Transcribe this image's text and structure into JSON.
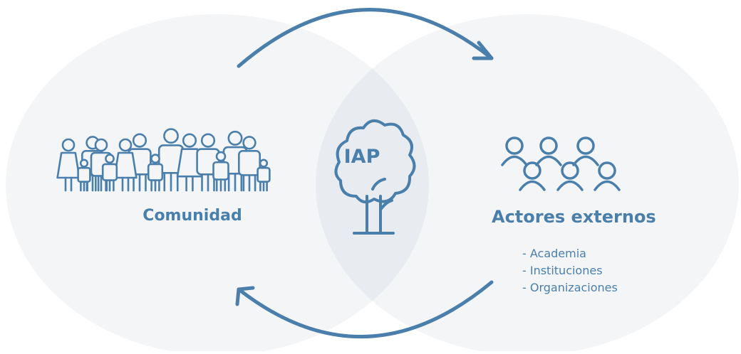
{
  "diagram": {
    "center": {
      "label": "IAP",
      "icon": "tree-icon"
    },
    "left": {
      "label": "Comunidad",
      "icon": "community-family-icon"
    },
    "right": {
      "label": "Actores externos",
      "icon": "people-group-icon",
      "items": [
        "- Academia",
        "- Instituciones",
        "- Organizaciones"
      ]
    },
    "flows": [
      {
        "from": "left",
        "to": "right",
        "direction": "top-arc"
      },
      {
        "from": "right",
        "to": "left",
        "direction": "bottom-arc"
      }
    ]
  },
  "colors": {
    "accent": "#4a7fac",
    "circle_fill": "#f4f5f7",
    "overlap_fill": "#e8ebef"
  }
}
